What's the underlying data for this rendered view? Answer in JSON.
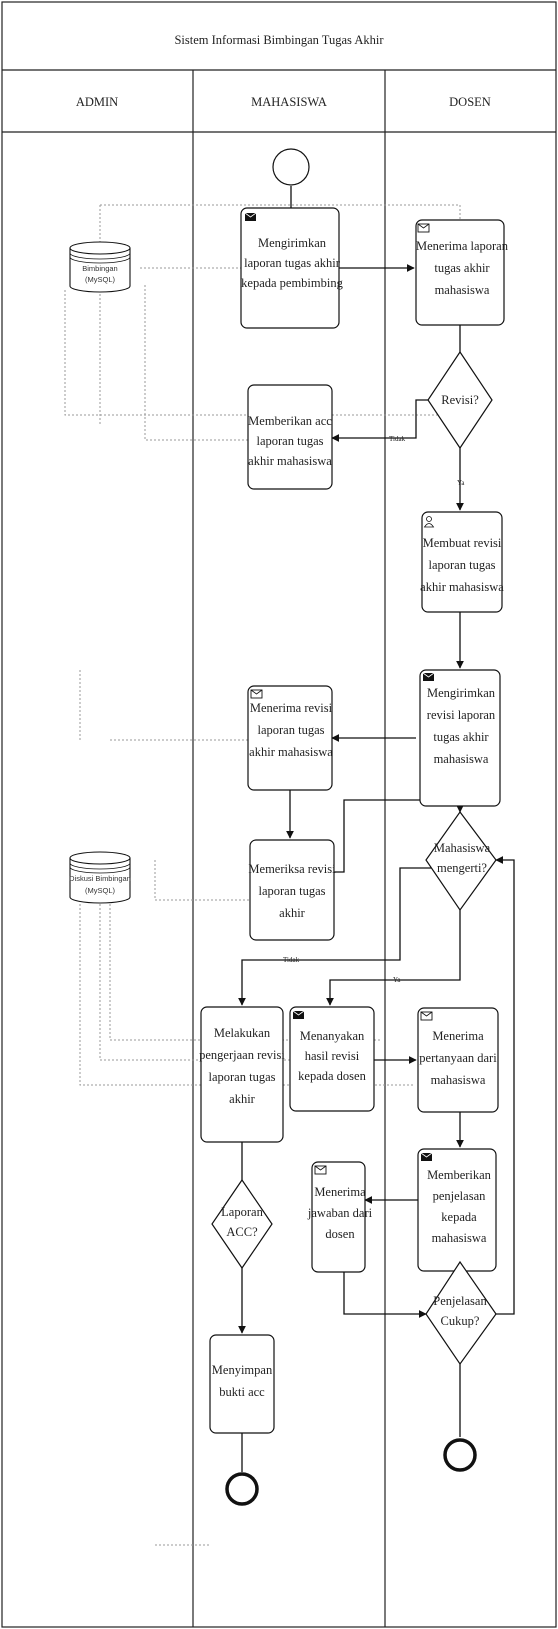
{
  "title": "Sistem Informasi Bimbingan Tugas Akhir",
  "lanes": [
    "ADMIN",
    "MAHASISWA",
    "DOSEN"
  ],
  "databases": {
    "db1": [
      "Bimbingan",
      "(MySQL)"
    ],
    "db2": [
      "Diskusi Bimbingan",
      "(MySQL)"
    ]
  },
  "tasks": {
    "t1": [
      "Mengirimkan",
      "laporan tugas akhir",
      "kepada pembimbing"
    ],
    "t2": [
      "Menerima laporan",
      "tugas akhir",
      "mahasiswa"
    ],
    "t3": [
      "Memberikan acc",
      "laporan tugas",
      "akhir mahasiswa"
    ],
    "t4": [
      "Membuat revisi",
      "laporan tugas",
      "akhir mahasiswa"
    ],
    "t5": [
      "Mengirimkan",
      "revisi laporan",
      "tugas akhir",
      "mahasiswa"
    ],
    "t6": [
      "Menerima revisi",
      "laporan tugas",
      "akhir mahasiswa"
    ],
    "t7": [
      "Memeriksa revisi",
      "laporan tugas",
      "akhir"
    ],
    "t8": [
      "Melakukan",
      "pengerjaan revisi",
      "laporan tugas",
      "akhir"
    ],
    "t9": [
      "Menanyakan",
      "hasil revisi",
      "kepada dosen"
    ],
    "t10": [
      "Menerima",
      "pertanyaan dari",
      "mahasiswa"
    ],
    "t11": [
      "Memberikan",
      "penjelasan",
      "kepada",
      "mahasiswa"
    ],
    "t12": [
      "Menerima",
      "jawaban dari",
      "dosen"
    ],
    "t13": [
      "Menyimpan",
      "bukti acc"
    ]
  },
  "gateways": {
    "g1": [
      "Revisi?"
    ],
    "g2": [
      "Mahasiswa",
      "mengerti?"
    ],
    "g3": [
      "Laporan",
      "ACC?"
    ],
    "g4": [
      "Penjelasan",
      "Cukup?"
    ]
  },
  "edge_labels": {
    "tidak1": "Tidak",
    "ya1": "Ya",
    "tidak2": "Tidak",
    "ya2": "Ya"
  }
}
